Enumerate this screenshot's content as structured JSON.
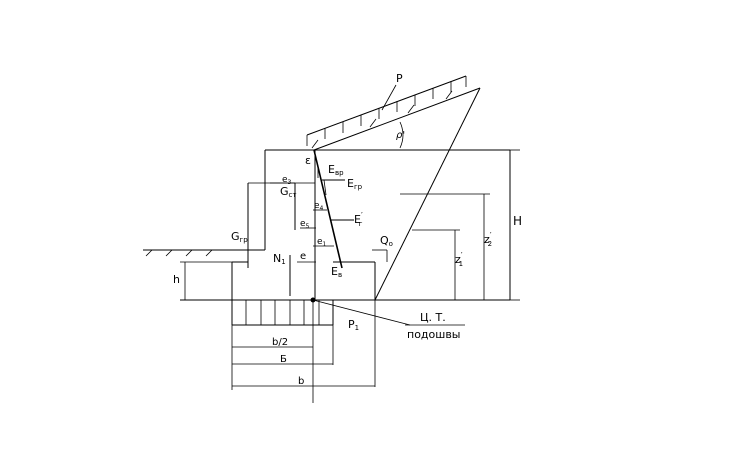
{
  "diagram": {
    "labels": {
      "P": "P",
      "rho": "ρ'",
      "epsilon": "ε",
      "E_br": "E",
      "E_br_sub": "вр",
      "E_gr": "E",
      "E_gr_sub": "гр",
      "G_st": "G",
      "G_st_sub": "ст",
      "e3": "e",
      "e3_sub": "3",
      "e4": "e",
      "e4_sub": "4",
      "e5": "e",
      "e5_sub": "5",
      "E_g": "E",
      "E_g_sub": "г",
      "E_g_sup": "′",
      "Q0": "Q",
      "Q0_sub": "o",
      "e1": "e",
      "e1_sub": "1",
      "G_gr": "G",
      "G_gr_sub": "гр",
      "e": "e",
      "N1": "N",
      "N1_sub": "1",
      "E_v": "E",
      "E_v_sub": "в",
      "z1": "z",
      "z1_sub": "1",
      "z1_sup": "′",
      "z2": "z",
      "z2_sub": "2",
      "z2_sup": "′",
      "H": "H",
      "h": "h",
      "P1": "P",
      "P1_sub": "1",
      "cog": "Ц. Т.",
      "sole": "подошвы",
      "b2": "b/2",
      "B": "Б",
      "b": "b"
    }
  }
}
